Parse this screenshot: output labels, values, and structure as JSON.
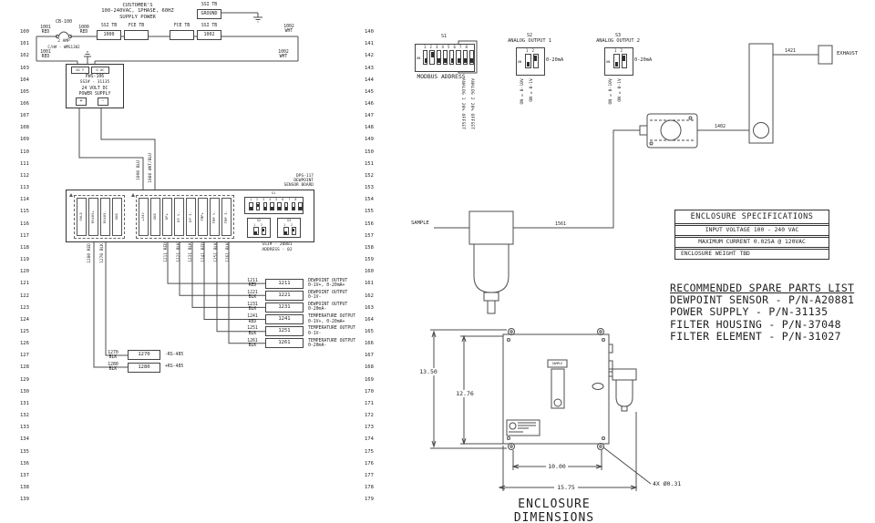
{
  "rails": {
    "left": [
      "100",
      "101",
      "102",
      "103",
      "104",
      "105",
      "106",
      "107",
      "108",
      "109",
      "110",
      "111",
      "112",
      "113",
      "114",
      "115",
      "116",
      "117",
      "118",
      "119",
      "120",
      "121",
      "122",
      "123",
      "124",
      "125",
      "126",
      "127",
      "128",
      "129",
      "130",
      "131",
      "132",
      "133",
      "134",
      "135",
      "136",
      "137",
      "138",
      "139"
    ],
    "mid": [
      "140",
      "141",
      "142",
      "143",
      "144",
      "145",
      "146",
      "147",
      "148",
      "149",
      "150",
      "151",
      "152",
      "153",
      "154",
      "155",
      "156",
      "157",
      "158",
      "159",
      "160",
      "161",
      "162",
      "163",
      "164",
      "165",
      "166",
      "167",
      "168",
      "169",
      "170",
      "171",
      "172",
      "173",
      "174",
      "175",
      "176",
      "177",
      "178",
      "179"
    ]
  },
  "supply": {
    "note": "CUSTOMER'S\n100-240VAC, 1PHASE, 60HZ\nSUPPLY POWER",
    "ground_tb_label": "SSI TB",
    "ground_tb_value": "GROUND",
    "wire_1001": "1001\nRED",
    "breaker_name": "CB-100",
    "breaker_rating": "2 AMP",
    "breaker_part": "C/H# - WMS1302",
    "wire_1000": "1000\nRED",
    "tb1_label": "SSI TB",
    "tb1_value": "1000",
    "fce1_label": "FCE TB",
    "fce2_label": "FCE TB",
    "tb2_label": "SSI TB",
    "tb2_value": "1002",
    "wire_1002": "1002\nWHT",
    "wire_1001_b": "1001\nRED",
    "wire_1002_b": "1002\nWHT"
  },
  "power_supply": {
    "term_left": "AC F",
    "term_right": "G AC",
    "model": "PWS-106",
    "ssi": "SSI# - 31135",
    "desc": "24 VOLT DC\nPOWER SUPPLY",
    "plus": "+",
    "minus": "-"
  },
  "dc_wires": {
    "w1090": "1090 BLU",
    "w1080": "1080 WHT/BLU"
  },
  "board": {
    "title": "DPS-117\nDEWPOINT\nSENSOR BOARD",
    "group1_terminals": [
      "SHLD",
      "RS485+",
      "RS485-",
      "GND"
    ],
    "group2_terminals": [
      "+24V",
      "GND",
      "DP+",
      "DP V-",
      "DP I-",
      "TMP+",
      "TMP V-",
      "TMP I-"
    ],
    "s1_label": "S1",
    "s1_numbers": "1 2 3 4 5 6 7 8",
    "s2_label": "S2",
    "s2_numbers": "1 2",
    "s3_label": "S3",
    "s3_numbers": "1 2",
    "ssi": "SSI# - 20881",
    "address": "ADDRESS - 02"
  },
  "board_wires": {
    "w1280": "1280 RED",
    "w1270": "1270 BLK"
  },
  "outputs": [
    {
      "stub": "1211 RED",
      "wire": "1211\nRED",
      "tag": "1211",
      "desc": "DEWPOINT OUTPUT\n0-1V+, 0-20mA+"
    },
    {
      "stub": "1221 BLK",
      "wire": "1221\nBLK",
      "tag": "1221",
      "desc": "DEWPOINT OUTPUT\n0-1V-"
    },
    {
      "stub": "1231 BLK",
      "wire": "1231\nBLK",
      "tag": "1231",
      "desc": "DEWPOINT OUTPUT\n0-20mA-"
    },
    {
      "stub": "1241 RED",
      "wire": "1241\nRED",
      "tag": "1241",
      "desc": "TEMPERATURE OUTPUT\n0-1V+, 0-20mA+"
    },
    {
      "stub": "1251 BLK",
      "wire": "1251\nBLK",
      "tag": "1251",
      "desc": "TEMPERATURE OUTPUT\n0-1V-"
    },
    {
      "stub": "1261 BLK",
      "wire": "1261\nBLK",
      "tag": "1261",
      "desc": "TEMPERATURE OUTPUT\n0-20mA-"
    }
  ],
  "rs485": [
    {
      "wire": "1270\nBLK",
      "tag": "1270",
      "desc": "-RS-485"
    },
    {
      "wire": "1280\nBLK",
      "tag": "1280",
      "desc": "+RS-485"
    }
  ],
  "dip_s1": {
    "label": "S1",
    "numbers": [
      "1",
      "2",
      "3",
      "4",
      "5",
      "6",
      "7",
      "8"
    ],
    "on": "ON",
    "caption": "MODBUS ADDRESS",
    "offset1": "ANALOG 1 20% OFFSET",
    "offset2": "ANALOG 2 20% OFFSET"
  },
  "dip_s2": {
    "label": "S2",
    "title": "ANALOG OUTPUT 1",
    "numbers": [
      "1",
      "2"
    ],
    "on": "ON",
    "range": "0-20mA",
    "note1": "ON = 0-10V",
    "note2": "ON = 0-1V"
  },
  "dip_s3": {
    "label": "S3",
    "title": "ANALOG OUTPUT 2",
    "numbers": [
      "1",
      "2"
    ],
    "on": "ON",
    "range": "0-20mA",
    "note1": "ON = 0-10V",
    "note2": "ON = 0-1V"
  },
  "gas": {
    "sample": "SAMPLE",
    "w1561": "1561",
    "w1402": "1402",
    "w1421": "1421",
    "exhaust": "EXHAUST"
  },
  "specs": {
    "title": "ENCLOSURE SPECIFICATIONS",
    "rows": [
      "INPUT VOLTAGE 100 - 240 VAC",
      "MAXIMUM CURRENT 0.025A @ 120VAC",
      "ENCLOSURE WEIGHT TBD"
    ]
  },
  "spares": {
    "title": "RECOMMENDED SPARE PARTS LIST",
    "items": [
      "DEWPOINT SENSOR - P/N-A20881",
      "POWER SUPPLY - P/N-31135",
      "FILTER HOUSING - P/N-37048",
      "FILTER ELEMENT - P/N-31027"
    ]
  },
  "dims": {
    "h_outer": "13.50",
    "h_inner": "12.76",
    "w_inner": "10.00",
    "w_outer": "15.75",
    "holes": "4X Ø0.31",
    "title": "ENCLOSURE DIMENSIONS",
    "sample_tag": "SAMPLE"
  }
}
